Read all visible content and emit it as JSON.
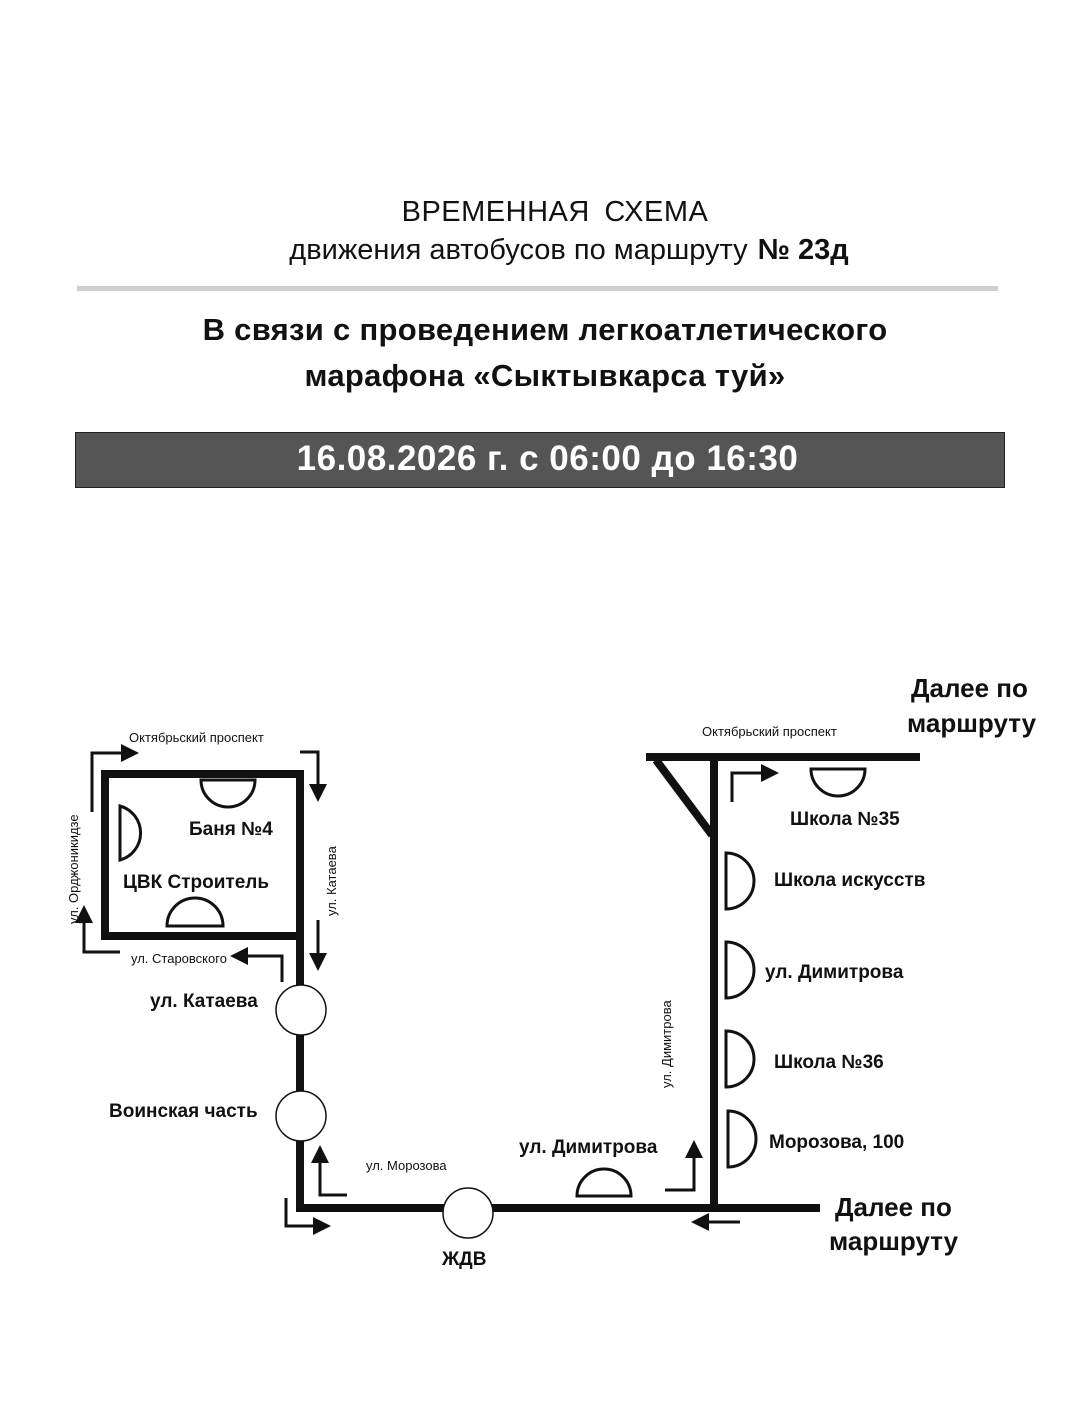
{
  "header": {
    "title_line1": "ВРЕМЕННАЯ   СХЕМА",
    "title_line2": "движения автобусов по маршруту",
    "route_number": "№ 23д"
  },
  "notice": {
    "line1": "В связи с проведением легкоатлетического",
    "line2": "марафона «Сыктывкарса  туй»"
  },
  "date_band": {
    "text": "16.08.2026 г. с 06:00 до 16:30"
  },
  "map": {
    "streets": {
      "oktyabrsky_left": "Октябрьский проспект",
      "oktyabrsky_right": "Октябрьский проспект",
      "ordzhonikidze": "ул. Орджоникидзе",
      "kataeva": "ул. Катаева",
      "starovskogo": "ул. Старовского",
      "morozova": "ул.  Морозова",
      "dimitrova_street": "ул. Димитрова"
    },
    "stops": {
      "banya": "Баня №4",
      "tsvk": "ЦВК  Строитель",
      "kataeva": "ул. Катаева",
      "voinskaya": "Воинская часть",
      "zhdv": "ЖДВ",
      "dimitrova_bottom": "ул. Димитрова",
      "school35": "Школа №35",
      "school_arts": "Школа искусств",
      "dimitrova_right": "ул. Димитрова",
      "school36": "Школа №36",
      "morozova100": "Морозова, 100"
    },
    "continue_top": {
      "line1": "Далее по",
      "line2": "маршруту"
    },
    "continue_bottom": {
      "line1": "Далее по",
      "line2": "маршруту"
    }
  }
}
